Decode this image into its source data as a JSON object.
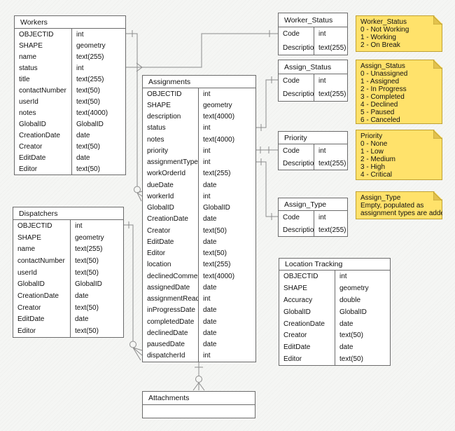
{
  "colors": {
    "note_fill": "#ffe26b",
    "note_border": "#bfa133",
    "note_fold": "#e3c24d",
    "table_border": "#6b6b6b",
    "edge": "#8c8c8c",
    "background": "#f5f6f4"
  },
  "tables": {
    "workers": {
      "title": "Workers",
      "fields": [
        [
          "OBJECTID",
          "int"
        ],
        [
          "SHAPE",
          "geometry"
        ],
        [
          "name",
          "text(255)"
        ],
        [
          "status",
          "int"
        ],
        [
          "title",
          "text(255)"
        ],
        [
          "contactNumber",
          "text(50)"
        ],
        [
          "userId",
          "text(50)"
        ],
        [
          "notes",
          "text(4000)"
        ],
        [
          "GlobalID",
          "GlobalID"
        ],
        [
          "CreationDate",
          "date"
        ],
        [
          "Creator",
          "text(50)"
        ],
        [
          "EditDate",
          "date"
        ],
        [
          "Editor",
          "text(50)"
        ]
      ]
    },
    "dispatchers": {
      "title": "Dispatchers",
      "fields": [
        [
          "OBJECTID",
          "int"
        ],
        [
          "SHAPE",
          "geometry"
        ],
        [
          "name",
          "text(255)"
        ],
        [
          "contactNumber",
          "text(50)"
        ],
        [
          "userId",
          "text(50)"
        ],
        [
          "GlobalID",
          "GlobalID"
        ],
        [
          "CreationDate",
          "date"
        ],
        [
          "Creator",
          "text(50)"
        ],
        [
          "EditDate",
          "date"
        ],
        [
          "Editor",
          "text(50)"
        ]
      ]
    },
    "assignments": {
      "title": "Assignments",
      "fields": [
        [
          "OBJECTID",
          "int"
        ],
        [
          "SHAPE",
          "geometry"
        ],
        [
          "description",
          "text(4000)"
        ],
        [
          "status",
          "int"
        ],
        [
          "notes",
          "text(4000)"
        ],
        [
          "priority",
          "int"
        ],
        [
          "assignmentType",
          "int"
        ],
        [
          "workOrderId",
          "text(255)"
        ],
        [
          "dueDate",
          "date"
        ],
        [
          "workerId",
          "int"
        ],
        [
          "GlobalID",
          "GlobalID"
        ],
        [
          "CreationDate",
          "date"
        ],
        [
          "Creator",
          "text(50)"
        ],
        [
          "EditDate",
          "date"
        ],
        [
          "Editor",
          "text(50)"
        ],
        [
          "location",
          "text(255)"
        ],
        [
          "declinedComment",
          "text(4000)"
        ],
        [
          "assignedDate",
          "date"
        ],
        [
          "assignmentRead",
          "int"
        ],
        [
          "inProgressDate",
          "date"
        ],
        [
          "completedDate",
          "date"
        ],
        [
          "declinedDate",
          "date"
        ],
        [
          "pausedDate",
          "date"
        ],
        [
          "dispatcherId",
          "int"
        ]
      ]
    },
    "worker_status": {
      "title": "Worker_Status",
      "fields": [
        [
          "Code",
          "int"
        ],
        [
          "Description",
          "text(255)"
        ]
      ]
    },
    "assign_status": {
      "title": "Assign_Status",
      "fields": [
        [
          "Code",
          "int"
        ],
        [
          "Description",
          "text(255)"
        ]
      ]
    },
    "priority": {
      "title": "Priority",
      "fields": [
        [
          "Code",
          "int"
        ],
        [
          "Description",
          "text(255)"
        ]
      ]
    },
    "assign_type": {
      "title": "Assign_Type",
      "fields": [
        [
          "Code",
          "int"
        ],
        [
          "Description",
          "text(255)"
        ]
      ]
    },
    "location_tracking": {
      "title": "Location Tracking",
      "fields": [
        [
          "OBJECTID",
          "int"
        ],
        [
          "SHAPE",
          "geometry"
        ],
        [
          "Accuracy",
          "double"
        ],
        [
          "GlobalID",
          "GlobalID"
        ],
        [
          "CreationDate",
          "date"
        ],
        [
          "Creator",
          "text(50)"
        ],
        [
          "EditDate",
          "date"
        ],
        [
          "Editor",
          "text(50)"
        ]
      ]
    },
    "attachments": {
      "title": "Attachments",
      "fields": []
    }
  },
  "notes": [
    {
      "title": "Worker_Status",
      "lines": [
        "0 - Not Working",
        "1 - Working",
        "2 - On Break"
      ]
    },
    {
      "title": "Assign_Status",
      "lines": [
        "0 - Unassigned",
        "1 - Assigned",
        "2 - In Progress",
        "3 - Completed",
        "4 - Declined",
        "5 - Paused",
        "6 - Canceled"
      ]
    },
    {
      "title": "Priority",
      "lines": [
        "0 - None",
        "1 - Low",
        "2 - Medium",
        "3 - High",
        "4 - Critical"
      ]
    },
    {
      "title": "Assign_Type",
      "lines": [
        "Empty, populated as",
        "assignment types are added"
      ]
    }
  ]
}
